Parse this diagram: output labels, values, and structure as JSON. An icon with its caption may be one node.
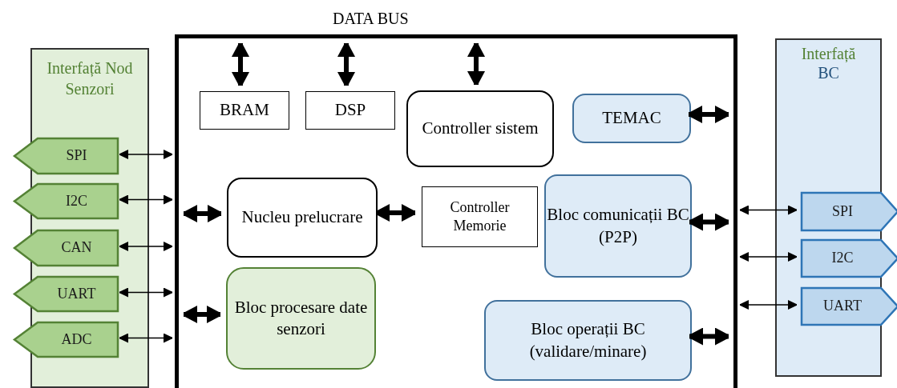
{
  "diagram": {
    "nodes": [
      {
        "text": [
          "Interfață Nod Senzori"
        ]
      },
      {
        "text": [
          "SPI"
        ],
        "in": 0
      },
      {
        "text": [
          "I2C"
        ],
        "in": 0
      },
      {
        "text": [
          "CAN"
        ],
        "in": 0
      },
      {
        "text": [
          "UART"
        ],
        "in": 0
      },
      {
        "text": [
          "ADC"
        ],
        "in": 0
      },
      {
        "text": [
          "DATA BUS"
        ]
      },
      {
        "text": [
          "BRAM"
        ],
        "in": 6
      },
      {
        "text": [
          "DSP"
        ],
        "in": 6
      },
      {
        "text": [
          "Controller sistem"
        ],
        "in": 6
      },
      {
        "text": [
          "TEMAC"
        ],
        "in": 6
      },
      {
        "text": [
          "Nucleu prelucrare"
        ],
        "in": 6
      },
      {
        "text": [
          "Controller Memorie"
        ],
        "in": 6
      },
      {
        "text": [
          "Bloc comunicații BC (P2P)"
        ],
        "in": 6
      },
      {
        "text": [
          "Bloc procesare date senzori"
        ],
        "in": 6
      },
      {
        "text": [
          "Bloc operații BC (validare/minare)"
        ],
        "in": 6
      },
      {
        "text": [
          "Interfață",
          "BC"
        ]
      },
      {
        "text": [
          "SPI"
        ],
        "in": 16
      },
      {
        "text": [
          "I2C"
        ],
        "in": 16
      },
      {
        "text": [
          "UART"
        ],
        "in": 16
      }
    ],
    "edges": [
      {
        "from": 1,
        "to": 6,
        "arrow": "both"
      },
      {
        "from": 2,
        "to": 6,
        "arrow": "both"
      },
      {
        "from": 3,
        "to": 6,
        "arrow": "both"
      },
      {
        "from": 4,
        "to": 6,
        "arrow": "both"
      },
      {
        "from": 5,
        "to": 6,
        "arrow": "both"
      },
      {
        "from": 7,
        "to": 6,
        "arrow": "both"
      },
      {
        "from": 8,
        "to": 6,
        "arrow": "both"
      },
      {
        "from": 9,
        "to": 6,
        "arrow": "both"
      },
      {
        "from": 10,
        "to": 6,
        "arrow": "both"
      },
      {
        "from": 6,
        "to": 11,
        "arrow": "both"
      },
      {
        "from": 11,
        "to": 12,
        "arrow": "both"
      },
      {
        "from": 6,
        "to": 14,
        "arrow": "both"
      },
      {
        "from": 13,
        "to": 6,
        "arrow": "both"
      },
      {
        "from": 15,
        "to": 6,
        "arrow": "both"
      },
      {
        "from": 6,
        "to": 17,
        "arrow": "both"
      },
      {
        "from": 6,
        "to": 18,
        "arrow": "both"
      },
      {
        "from": 6,
        "to": 19,
        "arrow": "both"
      }
    ]
  }
}
